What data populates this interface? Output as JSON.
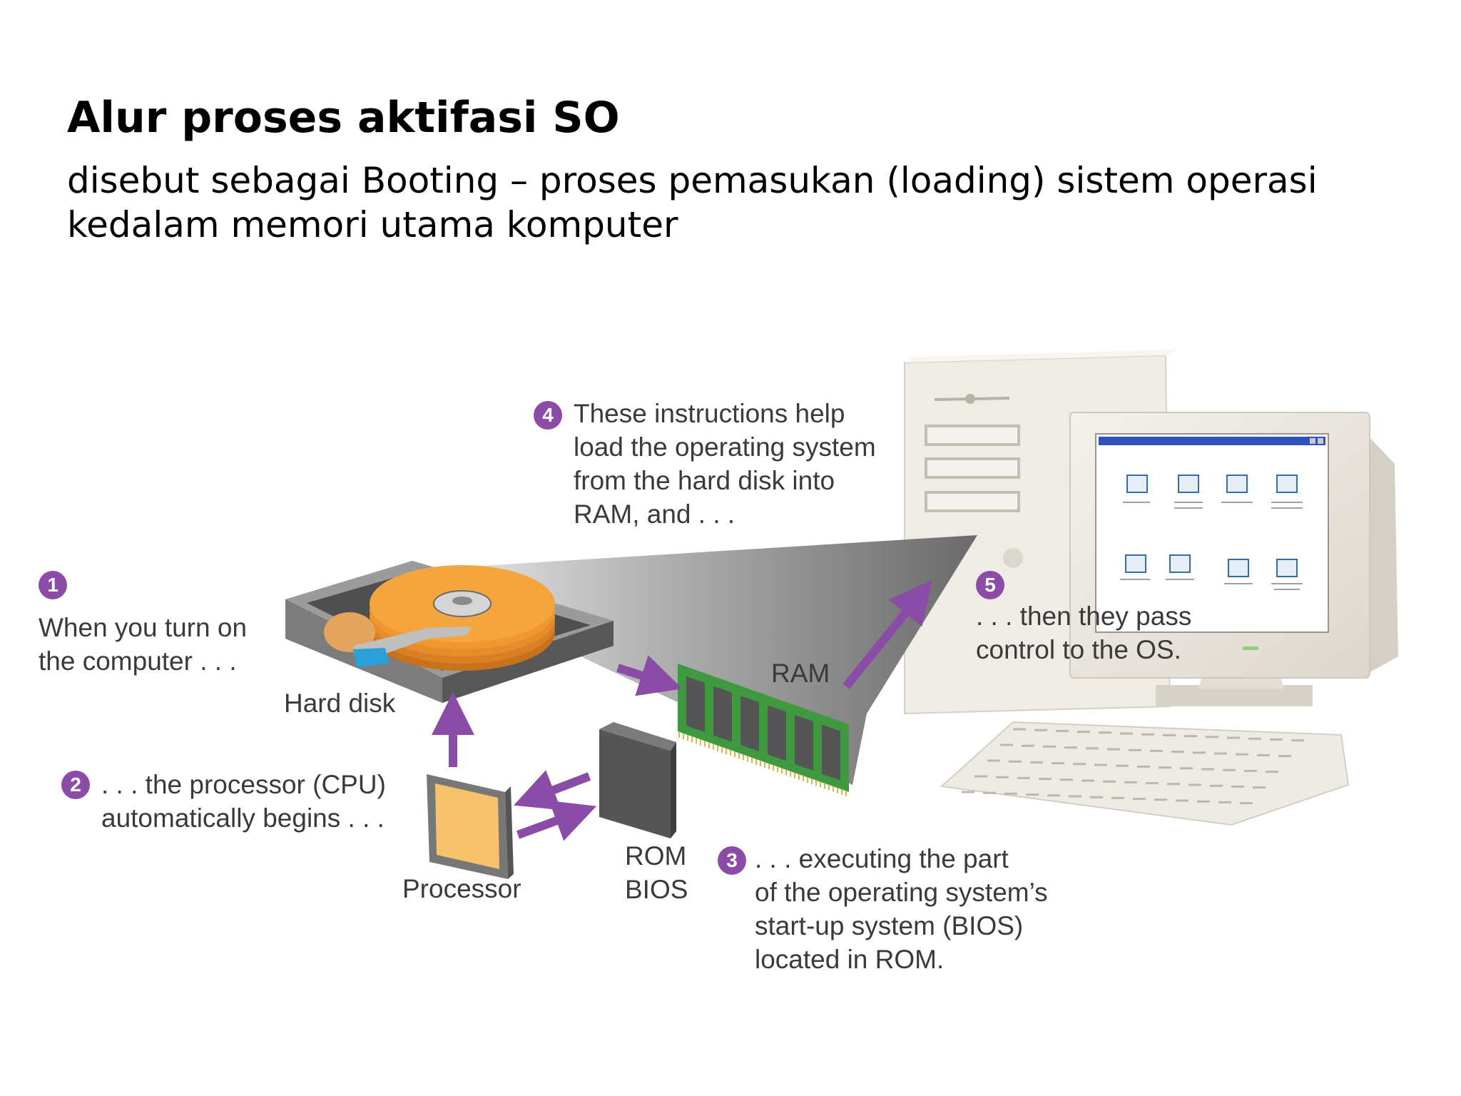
{
  "slide": {
    "title": "Alur proses aktifasi SO",
    "subtitle_lines": [
      "disebut sebagai Booting – proses pemasukan (loading) sistem operasi",
      "kedalam memori utama komputer"
    ]
  },
  "diagram": {
    "steps": [
      {
        "number": "1",
        "lines": [
          "When you turn on",
          "the computer . . ."
        ]
      },
      {
        "number": "2",
        "lines": [
          ". . . the processor (CPU)",
          "automatically begins . . ."
        ]
      },
      {
        "number": "3",
        "lines": [
          ". . . executing the part",
          "of the operating system’s",
          "start-up system (BIOS)",
          "located in ROM."
        ]
      },
      {
        "number": "4",
        "lines": [
          "These instructions help",
          "load the operating system",
          "from the hard disk into",
          "RAM, and . . ."
        ]
      },
      {
        "number": "5",
        "lines": [
          ". . . then they pass",
          "control to the OS."
        ]
      }
    ],
    "components": {
      "hard_disk": "Hard disk",
      "ram": "RAM",
      "processor": "Processor",
      "rom_bios_lines": [
        "ROM",
        "BIOS"
      ]
    },
    "colors": {
      "arrow": "#8a4ca6",
      "badge": "#8a4ca6",
      "platter": "#f0982f",
      "chip": "#f7c36a"
    }
  }
}
